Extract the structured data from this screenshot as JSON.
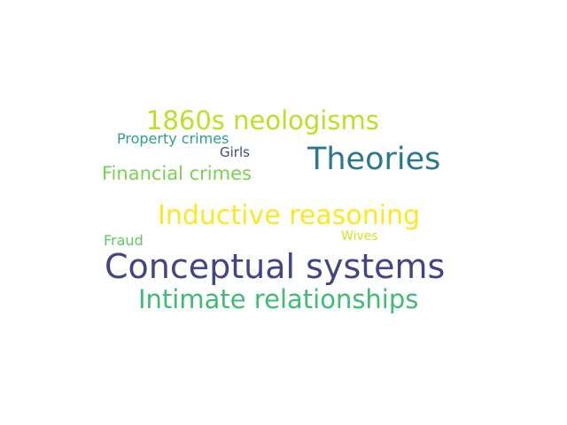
{
  "words": [
    {
      "text": "1860s neologisms",
      "color": "#bddf26"
    },
    {
      "text": "Property crimes",
      "color": "#2a9f8b"
    },
    {
      "text": "Girls",
      "color": "#404788"
    },
    {
      "text": "Theories",
      "color": "#2a788e"
    },
    {
      "text": "Financial crimes",
      "color": "#7ad151"
    },
    {
      "text": "Inductive reasoning",
      "color": "#fde725"
    },
    {
      "text": "Fraud",
      "color": "#5ec962"
    },
    {
      "text": "Wives",
      "color": "#d8e219"
    },
    {
      "text": "Conceptual systems",
      "color": "#414487"
    },
    {
      "text": "Intimate relationships",
      "color": "#3fbc73"
    }
  ]
}
